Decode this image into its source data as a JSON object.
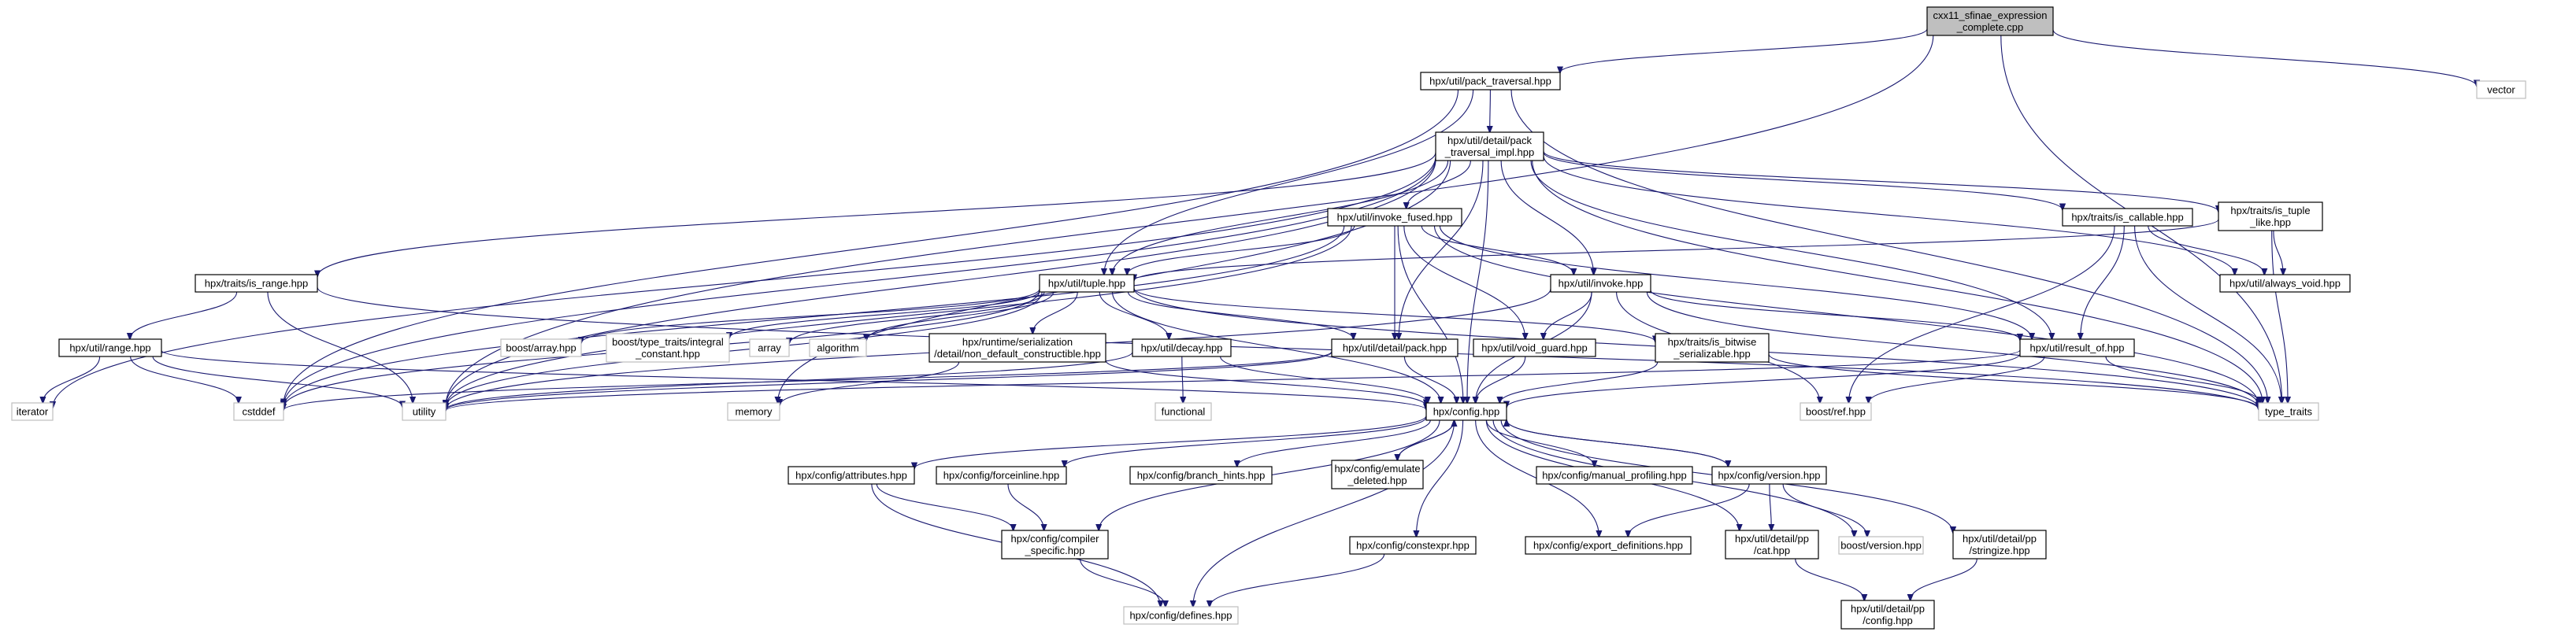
{
  "diagram": {
    "kind": "include-dependency-graph",
    "colors": {
      "root_fill": "#bfbfbf",
      "node_border": "#000000",
      "system_border": "#bfbfbf",
      "edge": "#191970",
      "background": "#ffffff"
    },
    "nodes": [
      {
        "id": "root",
        "lines": [
          "cxx11_sfinae_expression",
          "_complete.cpp"
        ],
        "style": "root"
      },
      {
        "id": "pack_traversal",
        "lines": [
          "hpx/util/pack_traversal.hpp"
        ],
        "style": "inc"
      },
      {
        "id": "vector",
        "lines": [
          "vector"
        ],
        "style": "sys"
      },
      {
        "id": "pack_traversal_impl",
        "lines": [
          "hpx/util/detail/pack",
          "_traversal_impl.hpp"
        ],
        "style": "inc"
      },
      {
        "id": "invoke_fused",
        "lines": [
          "hpx/util/invoke_fused.hpp"
        ],
        "style": "inc"
      },
      {
        "id": "is_callable",
        "lines": [
          "hpx/traits/is_callable.hpp"
        ],
        "style": "inc"
      },
      {
        "id": "is_tuple_like",
        "lines": [
          "hpx/traits/is_tuple",
          "_like.hpp"
        ],
        "style": "inc"
      },
      {
        "id": "is_range",
        "lines": [
          "hpx/traits/is_range.hpp"
        ],
        "style": "inc"
      },
      {
        "id": "tuple",
        "lines": [
          "hpx/util/tuple.hpp"
        ],
        "style": "inc"
      },
      {
        "id": "invoke",
        "lines": [
          "hpx/util/invoke.hpp"
        ],
        "style": "inc"
      },
      {
        "id": "always_void",
        "lines": [
          "hpx/util/always_void.hpp"
        ],
        "style": "inc"
      },
      {
        "id": "range",
        "lines": [
          "hpx/util/range.hpp"
        ],
        "style": "inc"
      },
      {
        "id": "boost_array",
        "lines": [
          "boost/array.hpp"
        ],
        "style": "sys"
      },
      {
        "id": "integral_constant",
        "lines": [
          "boost/type_traits/integral",
          "_constant.hpp"
        ],
        "style": "sys"
      },
      {
        "id": "array",
        "lines": [
          "array"
        ],
        "style": "sys"
      },
      {
        "id": "algorithm",
        "lines": [
          "algorithm"
        ],
        "style": "sys"
      },
      {
        "id": "non_default",
        "lines": [
          "hpx/runtime/serialization",
          "/detail/non_default_constructible.hpp"
        ],
        "style": "inc"
      },
      {
        "id": "decay",
        "lines": [
          "hpx/util/decay.hpp"
        ],
        "style": "inc"
      },
      {
        "id": "pack",
        "lines": [
          "hpx/util/detail/pack.hpp"
        ],
        "style": "inc"
      },
      {
        "id": "void_guard",
        "lines": [
          "hpx/util/void_guard.hpp"
        ],
        "style": "inc"
      },
      {
        "id": "is_bitwise",
        "lines": [
          "hpx/traits/is_bitwise",
          "_serializable.hpp"
        ],
        "style": "inc"
      },
      {
        "id": "result_of",
        "lines": [
          "hpx/util/result_of.hpp"
        ],
        "style": "inc"
      },
      {
        "id": "iterator",
        "lines": [
          "iterator"
        ],
        "style": "sys"
      },
      {
        "id": "cstddef",
        "lines": [
          "cstddef"
        ],
        "style": "sys"
      },
      {
        "id": "utility",
        "lines": [
          "utility"
        ],
        "style": "sys"
      },
      {
        "id": "memory",
        "lines": [
          "memory"
        ],
        "style": "sys"
      },
      {
        "id": "functional",
        "lines": [
          "functional"
        ],
        "style": "sys"
      },
      {
        "id": "config",
        "lines": [
          "hpx/config.hpp"
        ],
        "style": "inc"
      },
      {
        "id": "boost_ref",
        "lines": [
          "boost/ref.hpp"
        ],
        "style": "sys"
      },
      {
        "id": "type_traits",
        "lines": [
          "type_traits"
        ],
        "style": "sys"
      },
      {
        "id": "attributes",
        "lines": [
          "hpx/config/attributes.hpp"
        ],
        "style": "inc"
      },
      {
        "id": "forceinline",
        "lines": [
          "hpx/config/forceinline.hpp"
        ],
        "style": "inc"
      },
      {
        "id": "branch_hints",
        "lines": [
          "hpx/config/branch_hints.hpp"
        ],
        "style": "inc"
      },
      {
        "id": "emulate_deleted",
        "lines": [
          "hpx/config/emulate",
          "_deleted.hpp"
        ],
        "style": "inc"
      },
      {
        "id": "manual_profiling",
        "lines": [
          "hpx/config/manual_profiling.hpp"
        ],
        "style": "inc"
      },
      {
        "id": "version",
        "lines": [
          "hpx/config/version.hpp"
        ],
        "style": "inc"
      },
      {
        "id": "compiler_specific",
        "lines": [
          "hpx/config/compiler",
          "_specific.hpp"
        ],
        "style": "inc"
      },
      {
        "id": "constexpr",
        "lines": [
          "hpx/config/constexpr.hpp"
        ],
        "style": "inc"
      },
      {
        "id": "export_definitions",
        "lines": [
          "hpx/config/export_definitions.hpp"
        ],
        "style": "inc"
      },
      {
        "id": "pp_cat",
        "lines": [
          "hpx/util/detail/pp",
          "/cat.hpp"
        ],
        "style": "inc"
      },
      {
        "id": "boost_version",
        "lines": [
          "boost/version.hpp"
        ],
        "style": "sys"
      },
      {
        "id": "pp_stringize",
        "lines": [
          "hpx/util/detail/pp",
          "/stringize.hpp"
        ],
        "style": "inc"
      },
      {
        "id": "defines",
        "lines": [
          "hpx/config/defines.hpp"
        ],
        "style": "sys"
      },
      {
        "id": "pp_config",
        "lines": [
          "hpx/util/detail/pp",
          "/config.hpp"
        ],
        "style": "inc"
      }
    ],
    "edges": [
      [
        "root",
        "pack_traversal"
      ],
      [
        "root",
        "vector"
      ],
      [
        "root",
        "type_traits"
      ],
      [
        "root",
        "utility"
      ],
      [
        "pack_traversal",
        "pack_traversal_impl"
      ],
      [
        "pack_traversal",
        "tuple"
      ],
      [
        "pack_traversal",
        "type_traits"
      ],
      [
        "pack_traversal",
        "cstddef"
      ],
      [
        "pack_traversal_impl",
        "invoke_fused"
      ],
      [
        "pack_traversal_impl",
        "is_callable"
      ],
      [
        "pack_traversal_impl",
        "is_tuple_like"
      ],
      [
        "pack_traversal_impl",
        "is_range"
      ],
      [
        "pack_traversal_impl",
        "tuple"
      ],
      [
        "pack_traversal_impl",
        "invoke"
      ],
      [
        "pack_traversal_impl",
        "always_void"
      ],
      [
        "pack_traversal_impl",
        "pack"
      ],
      [
        "pack_traversal_impl",
        "result_of"
      ],
      [
        "pack_traversal_impl",
        "config"
      ],
      [
        "pack_traversal_impl",
        "iterator"
      ],
      [
        "pack_traversal_impl",
        "cstddef"
      ],
      [
        "pack_traversal_impl",
        "utility"
      ],
      [
        "pack_traversal_impl",
        "memory"
      ],
      [
        "pack_traversal_impl",
        "type_traits"
      ],
      [
        "invoke_fused",
        "tuple"
      ],
      [
        "invoke_fused",
        "invoke"
      ],
      [
        "invoke_fused",
        "pack"
      ],
      [
        "invoke_fused",
        "void_guard"
      ],
      [
        "invoke_fused",
        "result_of"
      ],
      [
        "invoke_fused",
        "config"
      ],
      [
        "invoke_fused",
        "cstddef"
      ],
      [
        "invoke_fused",
        "utility"
      ],
      [
        "invoke_fused",
        "type_traits"
      ],
      [
        "is_callable",
        "always_void"
      ],
      [
        "is_callable",
        "result_of"
      ],
      [
        "is_callable",
        "type_traits"
      ],
      [
        "is_callable",
        "boost_ref"
      ],
      [
        "is_tuple_like",
        "always_void"
      ],
      [
        "is_tuple_like",
        "tuple"
      ],
      [
        "is_tuple_like",
        "type_traits"
      ],
      [
        "is_range",
        "range"
      ],
      [
        "is_range",
        "type_traits"
      ],
      [
        "is_range",
        "utility"
      ],
      [
        "tuple",
        "boost_array"
      ],
      [
        "tuple",
        "integral_constant"
      ],
      [
        "tuple",
        "array"
      ],
      [
        "tuple",
        "algorithm"
      ],
      [
        "tuple",
        "non_default"
      ],
      [
        "tuple",
        "decay"
      ],
      [
        "tuple",
        "pack"
      ],
      [
        "tuple",
        "is_bitwise"
      ],
      [
        "tuple",
        "config"
      ],
      [
        "tuple",
        "cstddef"
      ],
      [
        "tuple",
        "utility"
      ],
      [
        "tuple",
        "type_traits"
      ],
      [
        "invoke",
        "void_guard"
      ],
      [
        "invoke",
        "result_of"
      ],
      [
        "invoke",
        "config"
      ],
      [
        "invoke",
        "boost_ref"
      ],
      [
        "invoke",
        "type_traits"
      ],
      [
        "invoke",
        "utility"
      ],
      [
        "range",
        "iterator"
      ],
      [
        "range",
        "cstddef"
      ],
      [
        "range",
        "utility"
      ],
      [
        "range",
        "config"
      ],
      [
        "non_default",
        "memory"
      ],
      [
        "non_default",
        "config"
      ],
      [
        "decay",
        "functional"
      ],
      [
        "decay",
        "config"
      ],
      [
        "decay",
        "utility"
      ],
      [
        "pack",
        "config"
      ],
      [
        "pack",
        "cstddef"
      ],
      [
        "pack",
        "utility"
      ],
      [
        "void_guard",
        "config"
      ],
      [
        "is_bitwise",
        "config"
      ],
      [
        "is_bitwise",
        "type_traits"
      ],
      [
        "result_of",
        "config"
      ],
      [
        "result_of",
        "type_traits"
      ],
      [
        "result_of",
        "utility"
      ],
      [
        "result_of",
        "boost_ref"
      ],
      [
        "config",
        "attributes"
      ],
      [
        "config",
        "forceinline"
      ],
      [
        "config",
        "branch_hints"
      ],
      [
        "config",
        "emulate_deleted"
      ],
      [
        "config",
        "manual_profiling"
      ],
      [
        "config",
        "version"
      ],
      [
        "config",
        "compiler_specific"
      ],
      [
        "config",
        "constexpr"
      ],
      [
        "config",
        "export_definitions"
      ],
      [
        "config",
        "pp_cat"
      ],
      [
        "config",
        "boost_version"
      ],
      [
        "config",
        "pp_stringize"
      ],
      [
        "config",
        "defines"
      ],
      [
        "emulate_deleted",
        "config"
      ],
      [
        "version",
        "config"
      ],
      [
        "attributes",
        "compiler_specific"
      ],
      [
        "attributes",
        "defines"
      ],
      [
        "forceinline",
        "compiler_specific"
      ],
      [
        "version",
        "export_definitions"
      ],
      [
        "version",
        "pp_cat"
      ],
      [
        "version",
        "boost_version"
      ],
      [
        "compiler_specific",
        "defines"
      ],
      [
        "constexpr",
        "defines"
      ],
      [
        "pp_cat",
        "pp_config"
      ],
      [
        "pp_stringize",
        "pp_config"
      ]
    ]
  }
}
